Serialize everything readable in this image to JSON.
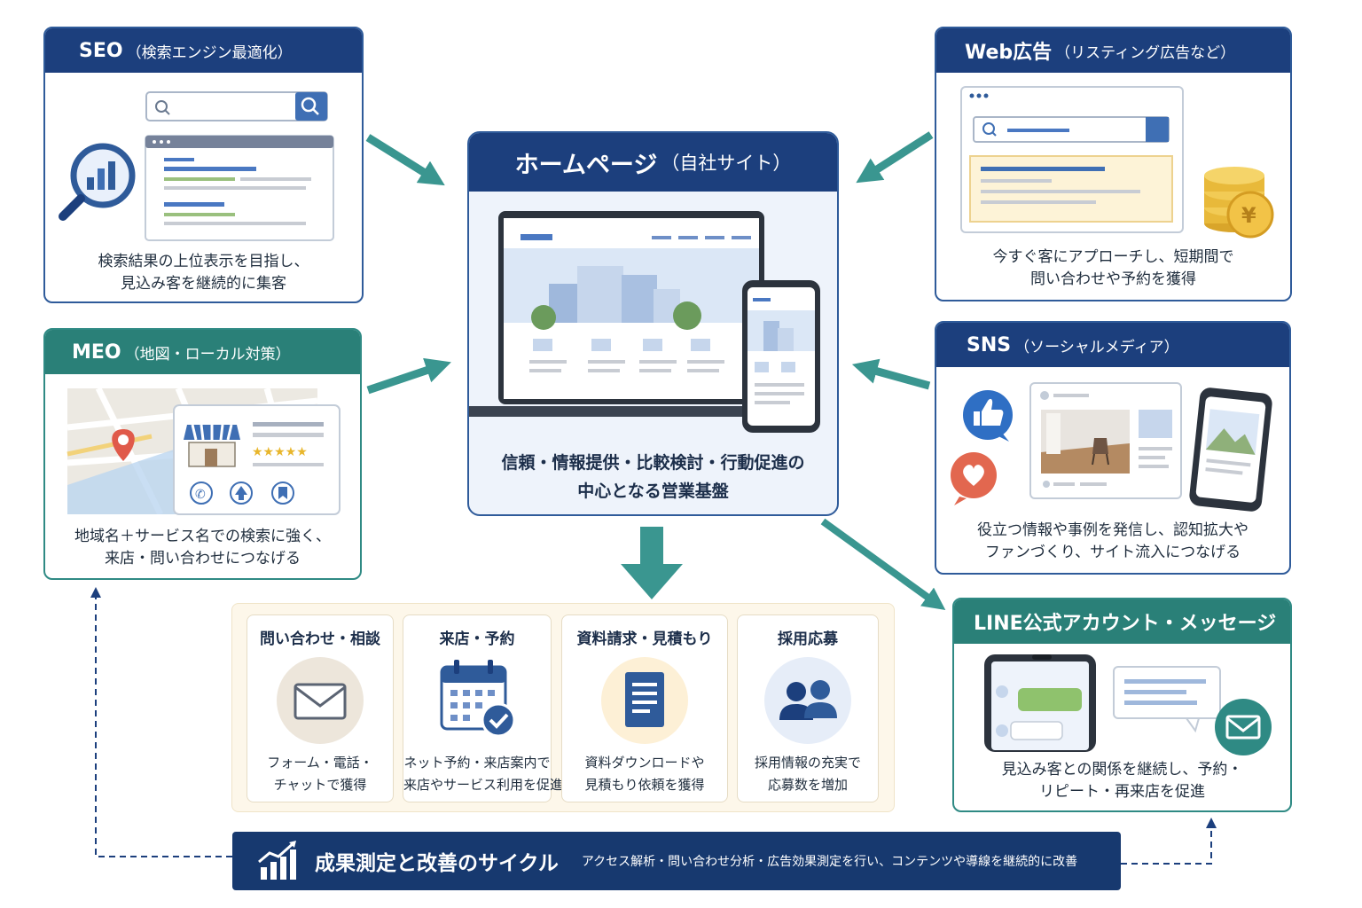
{
  "center": {
    "title": "ホームページ",
    "subtitle": "（自社サイト）",
    "description": [
      "信頼・情報提供・比較検討・行動促進の",
      "中心となる営業基盤"
    ]
  },
  "seo": {
    "title": "SEO",
    "subtitle": "（検索エンジン最適化）",
    "description": [
      "検索結果の上位表示を目指し、",
      "見込み客を継続的に集客"
    ]
  },
  "meo": {
    "title": "MEO",
    "subtitle": "（地図・ローカル対策）",
    "description": [
      "地域名＋サービス名での検索に強く、",
      "来店・問い合わせにつなげる"
    ]
  },
  "web_ad": {
    "title": "Web広告",
    "subtitle": "（リスティング広告など）",
    "description": [
      "今すぐ客にアプローチし、短期間で",
      "問い合わせや予約を獲得"
    ]
  },
  "sns": {
    "title": "SNS",
    "subtitle": "（ソーシャルメディア）",
    "description": [
      "役立つ情報や事例を発信し、認知拡大や",
      "ファンづくり、サイト流入につなげる"
    ]
  },
  "line": {
    "title": "LINE公式アカウント・メッセージ",
    "description": [
      "見込み客との関係を継続し、予約・",
      "リピート・再来店を促進"
    ]
  },
  "channels": [
    {
      "title": "問い合わせ・相談",
      "description": [
        "フォーム・電話・",
        "チャットで獲得"
      ],
      "icon": "mail-icon"
    },
    {
      "title": "来店・予約",
      "description": [
        "ネット予約・来店案内で",
        "来店やサービス利用を促進"
      ],
      "icon": "calendar-check-icon"
    },
    {
      "title": "資料請求・見積もり",
      "description": [
        "資料ダウンロードや",
        "見積もり依頼を獲得"
      ],
      "icon": "document-icon"
    },
    {
      "title": "採用応募",
      "description": [
        "採用情報の充実で",
        "応募数を増加"
      ],
      "icon": "people-icon"
    }
  ],
  "cycle": {
    "title": "成果測定と改善のサイクル",
    "description": "アクセス解析・問い合わせ分析・広告効果測定を行い、コンテンツや導線を継続的に改善"
  },
  "colors": {
    "navy": "#1c3f7d",
    "teal": "#2a8078",
    "arrow": "#3a9690",
    "cream": "#fdf7ea"
  }
}
